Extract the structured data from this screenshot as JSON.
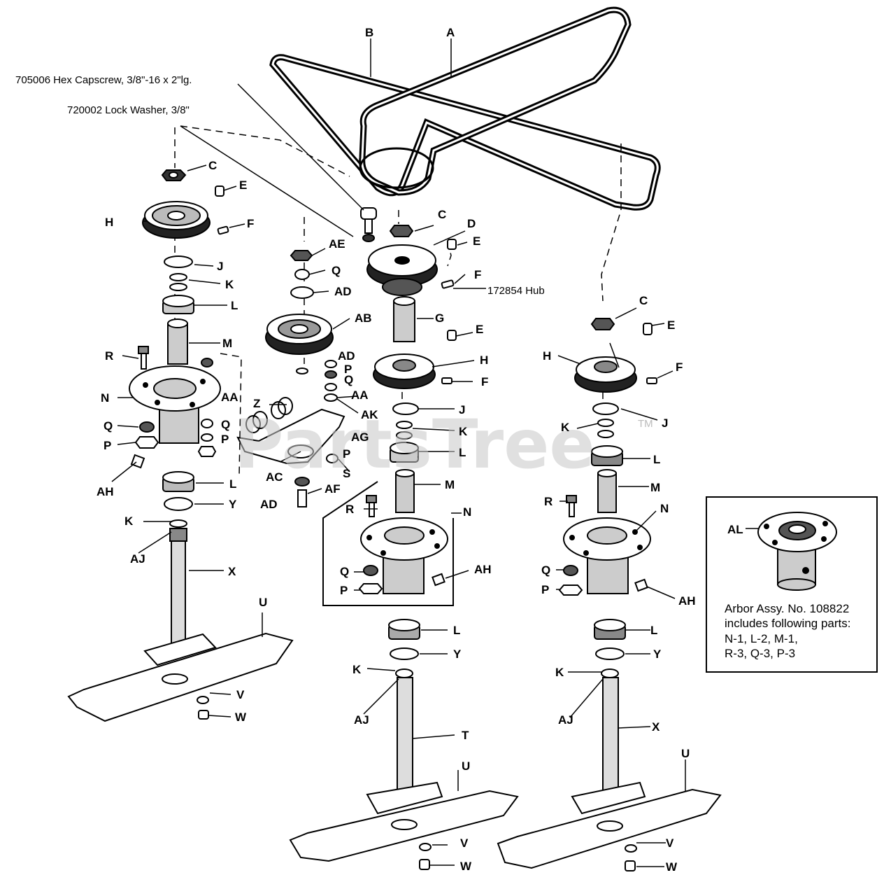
{
  "notes": {
    "capscrew": "705006 Hex Capscrew, 3/8\"-16 x 2\"lg.",
    "lockwasher": "720002 Lock Washer, 3/8\"",
    "hub": "172854 Hub"
  },
  "watermark": "PartsTree",
  "watermark_tm": "TM",
  "inset": {
    "label": "AL",
    "line1": "Arbor Assy. No. 108822",
    "line2": "includes following parts:",
    "line3": "N-1, L-2, M-1,",
    "line4": "R-3, Q-3, P-3"
  },
  "labels": {
    "A": "A",
    "B": "B",
    "C1": "C",
    "C2": "C",
    "C3": "C",
    "D": "D",
    "E1": "E",
    "E2": "E",
    "E3": "E",
    "E4": "E",
    "F1": "F",
    "F2": "F",
    "F3": "F",
    "F4": "F",
    "G": "G",
    "H1": "H",
    "H2": "H",
    "H3": "H",
    "J1": "J",
    "J2": "J",
    "J3": "J",
    "K1": "K",
    "K2": "K",
    "K3": "K",
    "K4": "K",
    "K5": "K",
    "L1": "L",
    "L2": "L",
    "L3": "L",
    "L4": "L",
    "L5": "L",
    "M1": "M",
    "M2": "M",
    "M3": "M",
    "N1": "N",
    "N2": "N",
    "N3": "N",
    "P1": "P",
    "P2": "P",
    "P3": "P",
    "P4": "P",
    "P5": "P",
    "Q1": "Q",
    "Q2": "Q",
    "Q3": "Q",
    "Q4": "Q",
    "Q5": "Q",
    "Q6": "Q",
    "R1": "R",
    "R2": "R",
    "R3": "R",
    "S": "S",
    "T": "T",
    "U1": "U",
    "U2": "U",
    "U3": "U",
    "V1": "V",
    "V2": "V",
    "V3": "V",
    "W1": "W",
    "W2": "W",
    "W3": "W",
    "X1": "X",
    "X2": "X",
    "Y1": "Y",
    "Y2": "Y",
    "Y3": "Y",
    "Z": "Z",
    "AA1": "AA",
    "AA2": "AA",
    "AB": "AB",
    "AC": "AC",
    "AD1": "AD",
    "AD2": "AD",
    "AD3": "AD",
    "AE": "AE",
    "AF": "AF",
    "AG": "AG",
    "AH1": "AH",
    "AH2": "AH",
    "AH3": "AH",
    "AJ1": "AJ",
    "AJ2": "AJ",
    "AJ3": "AJ",
    "AK": "AK"
  }
}
